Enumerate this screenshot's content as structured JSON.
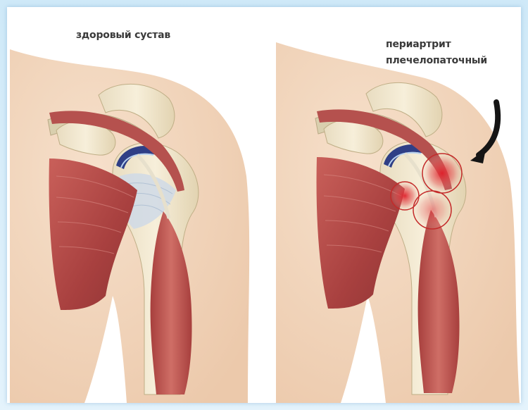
{
  "labels": {
    "healthy": "здоровый сустав",
    "pathology_line1": "периартрит",
    "pathology_line2": "плечелопаточный"
  },
  "colors": {
    "skin": "#f2d6bd",
    "bone": "#efe3c8",
    "muscle": "#b84a48",
    "cartilage": "#3a4a8a",
    "inflammation": "#d8242a",
    "background": "#ffffff",
    "frame": "#d8eefb"
  },
  "icons": {
    "arrow": "curved-arrow-icon",
    "inflammation_markers": "inflammation-circle-icon"
  }
}
